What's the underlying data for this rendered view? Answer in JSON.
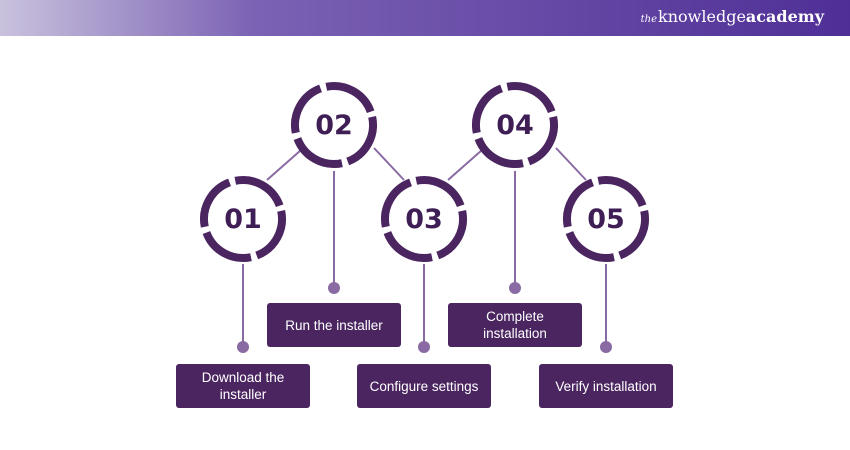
{
  "brand": {
    "prefix": "the",
    "knowledge": "knowledge",
    "academy": "academy"
  },
  "colors": {
    "ring": "#4b2560",
    "connector": "#8a6aa2",
    "dot": "#8a6aa2",
    "label_bg": "#4b2560",
    "banner_start": "#c9c2dd",
    "banner_end": "#4f2f96"
  },
  "steps": [
    {
      "number": "01",
      "label": "Download the installer"
    },
    {
      "number": "02",
      "label": "Run the installer"
    },
    {
      "number": "03",
      "label": "Configure settings"
    },
    {
      "number": "04",
      "label": "Complete installation"
    },
    {
      "number": "05",
      "label": "Verify installation"
    }
  ]
}
